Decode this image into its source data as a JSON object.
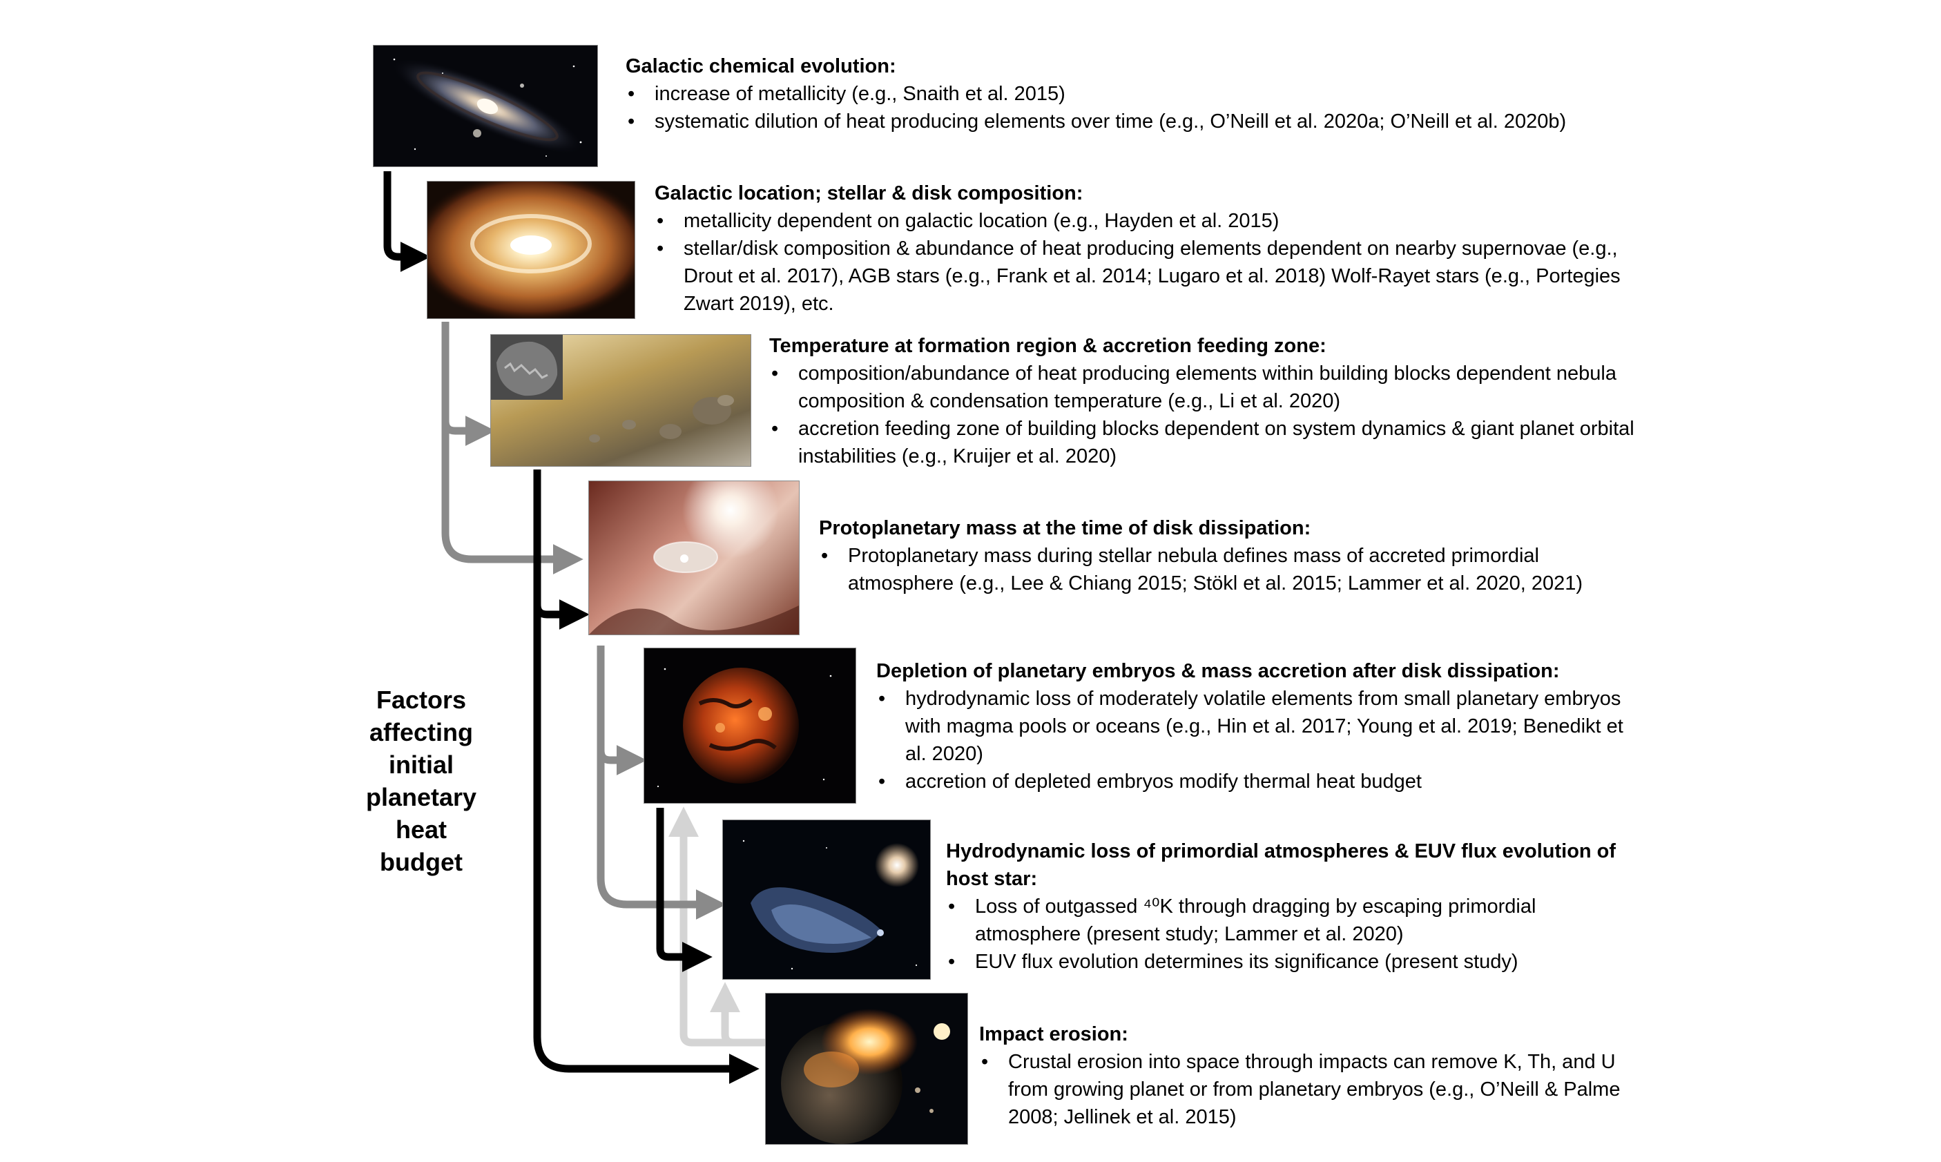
{
  "side_label": "Factors affecting initial planetary heat budget",
  "images": {
    "galaxy": "andromeda-galaxy-image",
    "disk": "protoplanetary-disk-image",
    "feeding_zone": "accretion-feeding-zone-image",
    "protoplanet": "protoplanet-in-nebula-image",
    "embryo": "molten-planetary-embryo-image",
    "escape": "escaping-atmosphere-image",
    "impact": "planetary-impact-image"
  },
  "colors": {
    "arrow_black": "#000000",
    "arrow_gray": "#8a8a8a",
    "arrow_light": "#d4d4d4"
  },
  "sections": [
    {
      "title": "Galactic chemical evolution:",
      "bullets": [
        "increase of metallicity (e.g., Snaith et al. 2015)",
        "systematic dilution of heat producing elements over time (e.g., O’Neill et al. 2020a; O’Neill et al. 2020b)"
      ]
    },
    {
      "title": "Galactic location; stellar & disk composition:",
      "bullets": [
        "metallicity dependent on galactic location (e.g., Hayden et al. 2015)",
        "stellar/disk composition & abundance of heat producing elements dependent on nearby supernovae (e.g., Drout et al. 2017), AGB stars (e.g., Frank et al. 2014; Lugaro et al. 2018) Wolf-Rayet stars (e.g., Portegies Zwart 2019), etc."
      ]
    },
    {
      "title": "Temperature at formation region & accretion feeding zone:",
      "bullets": [
        "composition/abundance of heat producing elements within building blocks dependent nebula composition & condensation temperature (e.g., Li et al. 2020)",
        "accretion feeding zone of building blocks dependent on system dynamics & giant planet orbital instabilities (e.g., Kruijer et al. 2020)"
      ]
    },
    {
      "title": "Protoplanetary mass at the time of disk dissipation:",
      "bullets": [
        "Protoplanetary mass during stellar nebula defines mass of accreted primordial atmosphere (e.g., Lee & Chiang 2015; Stökl et al. 2015; Lammer et al. 2020, 2021)"
      ]
    },
    {
      "title": "Depletion of planetary embryos & mass accretion after disk dissipation:",
      "bullets": [
        "hydrodynamic loss of moderately volatile elements from small planetary embryos with magma pools or oceans (e.g., Hin et al. 2017; Young et al. 2019; Benedikt et al. 2020)",
        "accretion of depleted embryos modify thermal heat budget"
      ]
    },
    {
      "title": "Hydrodynamic loss of primordial atmospheres & EUV flux evolution of host star:",
      "bullets": [
        "Loss of outgassed ⁴⁰K through dragging by escaping primordial atmosphere (present study; Lammer et al. 2020)",
        "EUV flux evolution determines its significance (present study)"
      ]
    },
    {
      "title": "Impact erosion:",
      "bullets": [
        "Crustal erosion into space through impacts can remove K, Th, and U from growing planet or from planetary embryos (e.g., O’Neill & Palme 2008; Jellinek et al. 2015)"
      ]
    }
  ]
}
